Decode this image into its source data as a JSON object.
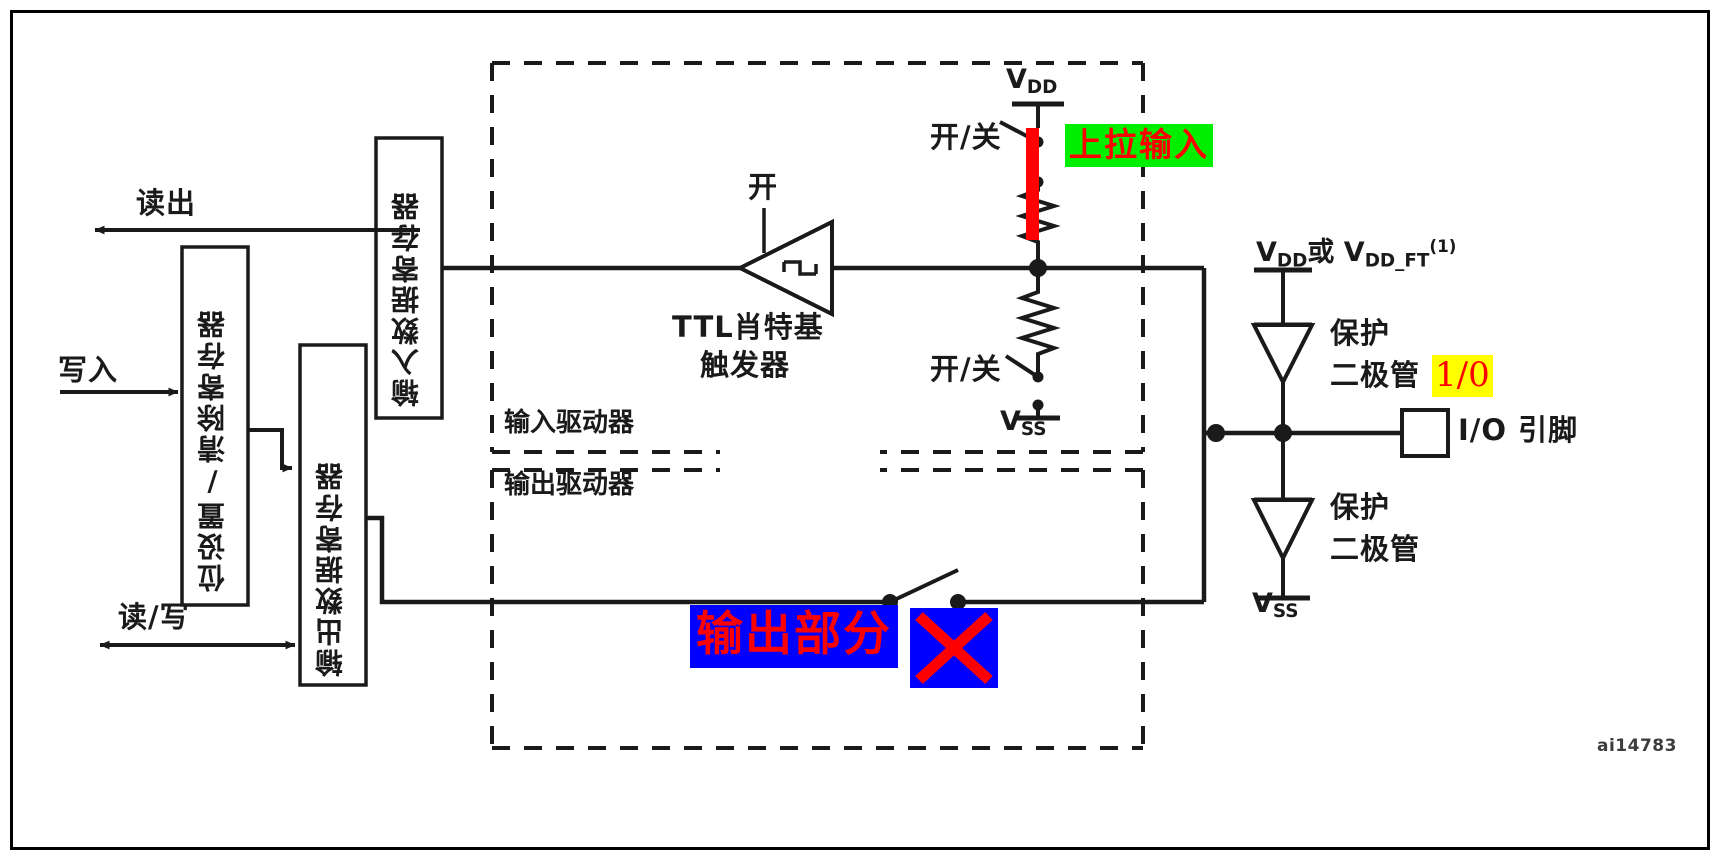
{
  "diagram": {
    "id_watermark": "ai14783",
    "signals": {
      "read": "读出",
      "write": "写入",
      "read_write": "读/写"
    },
    "registers": {
      "bit_set_reset": "位设置/清除寄存器",
      "output_data": "输出数据寄存器",
      "input_data": "输入数据寄存器"
    },
    "drivers": {
      "input_driver": "输入驱动器",
      "output_driver": "输出驱动器"
    },
    "trigger": {
      "line1": "TTL肖特基",
      "line2": "触发器",
      "enable_label": "开"
    },
    "pullup": {
      "vdd": "V",
      "vdd_sub": "DD",
      "switch_top": "开/关",
      "switch_bottom": "开/关",
      "vss": "V",
      "vss_sub": "SS"
    },
    "protection": {
      "supply_prefix": "V",
      "supply_sub1": "DD",
      "supply_mid": "或 V",
      "supply_sub2": "DD_FT",
      "supply_note": "(1)",
      "diode_top_line1": "保护",
      "diode_top_line2": "二极管",
      "diode_bottom_line1": "保护",
      "diode_bottom_line2": "二极管",
      "io_pin": "I/O 引脚",
      "vss": "V",
      "vss_sub": "SS"
    },
    "annotations": {
      "pullup_input": "上拉输入",
      "logic_1_0": "1/0",
      "output_section": "输出部分",
      "cross_mark": "✕"
    },
    "colors": {
      "highlight_green": "#00ef00",
      "highlight_yellow": "#ffff00",
      "highlight_blue": "#0000ff",
      "annotation_red": "#ff0000",
      "line_black": "#1a1a1a"
    }
  }
}
